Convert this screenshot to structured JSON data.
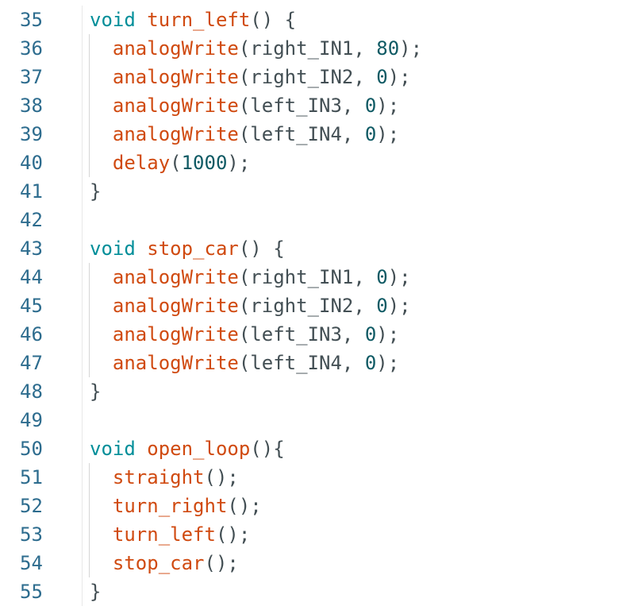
{
  "editor": {
    "background": "#FFFFFF",
    "colors": {
      "keyword": "#008E99",
      "function": "#D04A10",
      "number": "#0E5A64",
      "plain": "#434F54",
      "line_number": "#2D6C8E",
      "indent_guide": "#D6D6D6",
      "gutter_border": "#E9E9E9"
    },
    "lines": [
      {
        "num": "35",
        "guide": false,
        "tokens": [
          [
            "keyword",
            "void"
          ],
          [
            "plain",
            " "
          ],
          [
            "function",
            "turn_left"
          ],
          [
            "plain",
            "() {"
          ]
        ]
      },
      {
        "num": "36",
        "guide": true,
        "tokens": [
          [
            "plain",
            "  "
          ],
          [
            "function",
            "analogWrite"
          ],
          [
            "plain",
            "(right_IN1, "
          ],
          [
            "number",
            "80"
          ],
          [
            "plain",
            ");"
          ]
        ]
      },
      {
        "num": "37",
        "guide": true,
        "tokens": [
          [
            "plain",
            "  "
          ],
          [
            "function",
            "analogWrite"
          ],
          [
            "plain",
            "(right_IN2, "
          ],
          [
            "number",
            "0"
          ],
          [
            "plain",
            ");"
          ]
        ]
      },
      {
        "num": "38",
        "guide": true,
        "tokens": [
          [
            "plain",
            "  "
          ],
          [
            "function",
            "analogWrite"
          ],
          [
            "plain",
            "(left_IN3, "
          ],
          [
            "number",
            "0"
          ],
          [
            "plain",
            ");"
          ]
        ]
      },
      {
        "num": "39",
        "guide": true,
        "tokens": [
          [
            "plain",
            "  "
          ],
          [
            "function",
            "analogWrite"
          ],
          [
            "plain",
            "(left_IN4, "
          ],
          [
            "number",
            "0"
          ],
          [
            "plain",
            ");"
          ]
        ]
      },
      {
        "num": "40",
        "guide": true,
        "tokens": [
          [
            "plain",
            "  "
          ],
          [
            "function",
            "delay"
          ],
          [
            "plain",
            "("
          ],
          [
            "number",
            "1000"
          ],
          [
            "plain",
            ");"
          ]
        ]
      },
      {
        "num": "41",
        "guide": false,
        "tokens": [
          [
            "plain",
            "}"
          ]
        ]
      },
      {
        "num": "42",
        "guide": false,
        "tokens": []
      },
      {
        "num": "43",
        "guide": false,
        "tokens": [
          [
            "keyword",
            "void"
          ],
          [
            "plain",
            " "
          ],
          [
            "function",
            "stop_car"
          ],
          [
            "plain",
            "() {"
          ]
        ]
      },
      {
        "num": "44",
        "guide": true,
        "tokens": [
          [
            "plain",
            "  "
          ],
          [
            "function",
            "analogWrite"
          ],
          [
            "plain",
            "(right_IN1, "
          ],
          [
            "number",
            "0"
          ],
          [
            "plain",
            ");"
          ]
        ]
      },
      {
        "num": "45",
        "guide": true,
        "tokens": [
          [
            "plain",
            "  "
          ],
          [
            "function",
            "analogWrite"
          ],
          [
            "plain",
            "(right_IN2, "
          ],
          [
            "number",
            "0"
          ],
          [
            "plain",
            ");"
          ]
        ]
      },
      {
        "num": "46",
        "guide": true,
        "tokens": [
          [
            "plain",
            "  "
          ],
          [
            "function",
            "analogWrite"
          ],
          [
            "plain",
            "(left_IN3, "
          ],
          [
            "number",
            "0"
          ],
          [
            "plain",
            ");"
          ]
        ]
      },
      {
        "num": "47",
        "guide": true,
        "tokens": [
          [
            "plain",
            "  "
          ],
          [
            "function",
            "analogWrite"
          ],
          [
            "plain",
            "(left_IN4, "
          ],
          [
            "number",
            "0"
          ],
          [
            "plain",
            ");"
          ]
        ]
      },
      {
        "num": "48",
        "guide": false,
        "tokens": [
          [
            "plain",
            "}"
          ]
        ]
      },
      {
        "num": "49",
        "guide": false,
        "tokens": []
      },
      {
        "num": "50",
        "guide": false,
        "tokens": [
          [
            "keyword",
            "void"
          ],
          [
            "plain",
            " "
          ],
          [
            "function",
            "open_loop"
          ],
          [
            "plain",
            "(){"
          ]
        ]
      },
      {
        "num": "51",
        "guide": true,
        "tokens": [
          [
            "plain",
            "  "
          ],
          [
            "function",
            "straight"
          ],
          [
            "plain",
            "();"
          ]
        ]
      },
      {
        "num": "52",
        "guide": true,
        "tokens": [
          [
            "plain",
            "  "
          ],
          [
            "function",
            "turn_right"
          ],
          [
            "plain",
            "();"
          ]
        ]
      },
      {
        "num": "53",
        "guide": true,
        "tokens": [
          [
            "plain",
            "  "
          ],
          [
            "function",
            "turn_left"
          ],
          [
            "plain",
            "();"
          ]
        ]
      },
      {
        "num": "54",
        "guide": true,
        "tokens": [
          [
            "plain",
            "  "
          ],
          [
            "function",
            "stop_car"
          ],
          [
            "plain",
            "();"
          ]
        ]
      },
      {
        "num": "55",
        "guide": false,
        "tokens": [
          [
            "plain",
            "}"
          ]
        ]
      }
    ]
  }
}
